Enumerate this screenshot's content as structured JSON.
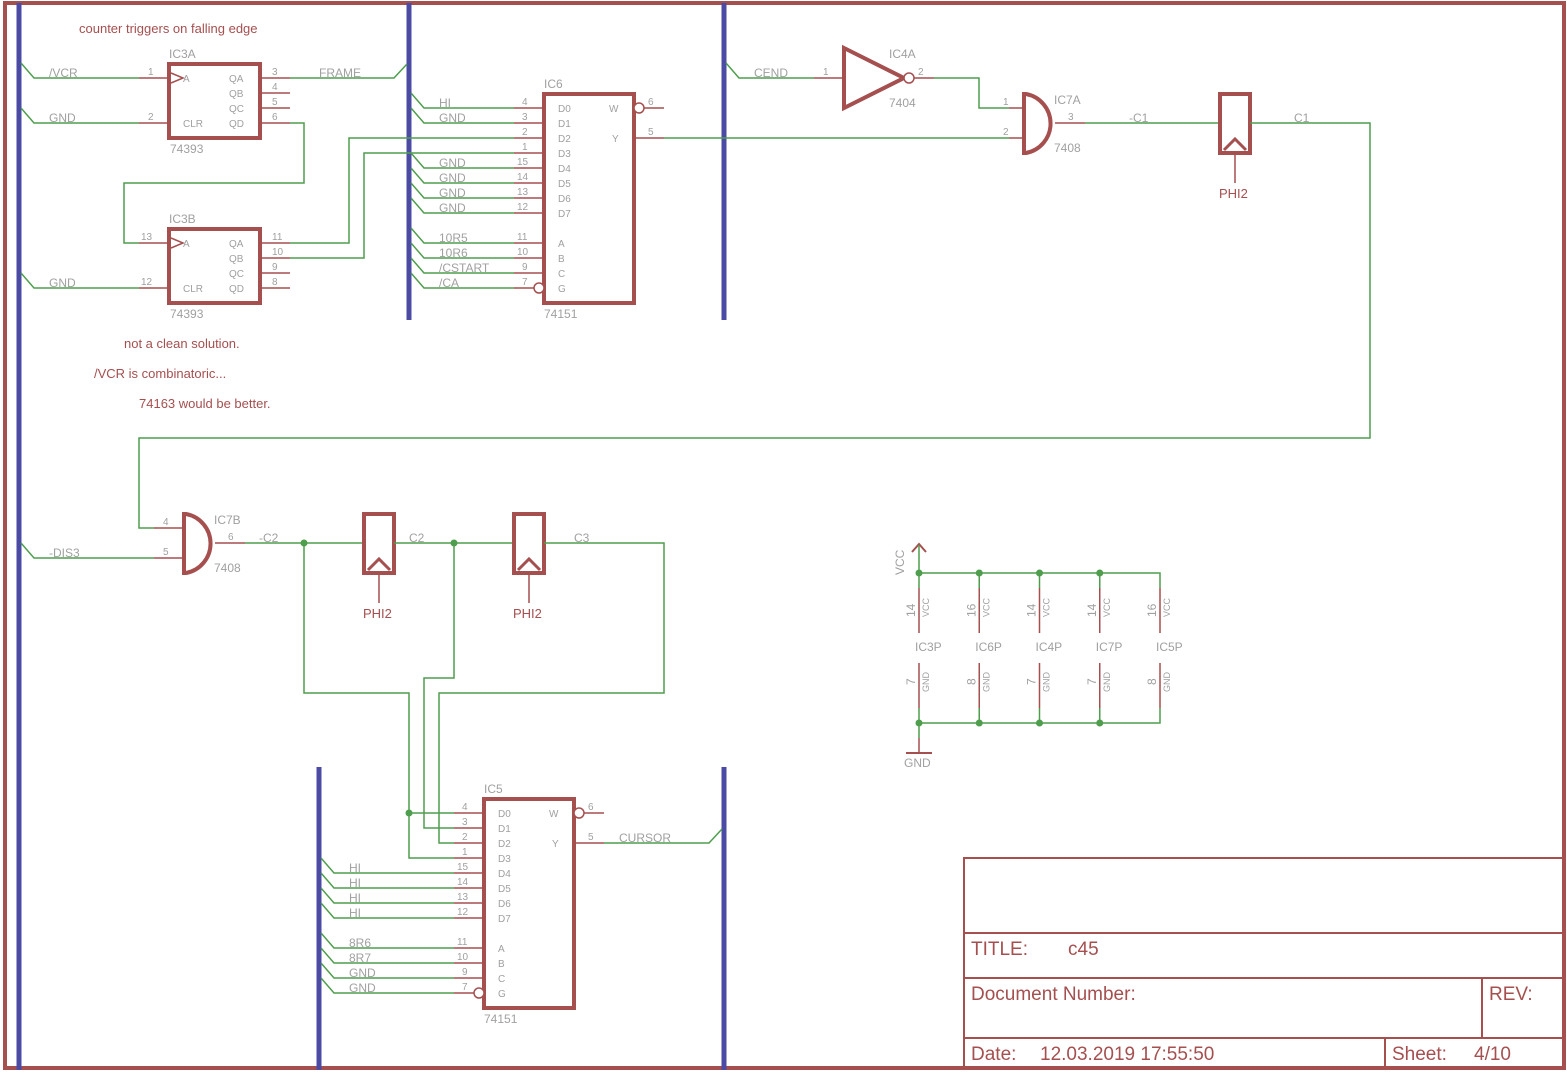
{
  "notes": {
    "n1": "counter triggers on falling edge",
    "n2": "not a clean solution.",
    "n3": "/VCR is combinatoric...",
    "n4": "74163 would be better."
  },
  "ic3a": {
    "name": "IC3A",
    "part": "74393",
    "pins": {
      "a": "A",
      "clr": "CLR",
      "qa": "QA",
      "qb": "QB",
      "qc": "QC",
      "qd": "QD"
    },
    "pin_nums": {
      "a": "1",
      "clr": "2",
      "qa": "3",
      "qb": "4",
      "qc": "5",
      "qd": "6"
    },
    "nets": {
      "a": "/VCR",
      "clr": "GND",
      "qa": "FRAME"
    }
  },
  "ic3b": {
    "name": "IC3B",
    "part": "74393",
    "pins": {
      "a": "A",
      "clr": "CLR",
      "qa": "QA",
      "qb": "QB",
      "qc": "QC",
      "qd": "QD"
    },
    "pin_nums": {
      "a": "13",
      "clr": "12",
      "qa": "11",
      "qb": "10",
      "qc": "9",
      "qd": "8"
    },
    "nets": {
      "clr": "GND"
    }
  },
  "ic6": {
    "name": "IC6",
    "part": "74151",
    "inputs": [
      {
        "pin": "D0",
        "num": "4",
        "net": "HI"
      },
      {
        "pin": "D1",
        "num": "3",
        "net": "GND"
      },
      {
        "pin": "D2",
        "num": "2",
        "net": ""
      },
      {
        "pin": "D3",
        "num": "1",
        "net": ""
      },
      {
        "pin": "D4",
        "num": "15",
        "net": "GND"
      },
      {
        "pin": "D5",
        "num": "14",
        "net": "GND"
      },
      {
        "pin": "D6",
        "num": "13",
        "net": "GND"
      },
      {
        "pin": "D7",
        "num": "12",
        "net": "GND"
      },
      {
        "pin": "A",
        "num": "11",
        "net": "10R5"
      },
      {
        "pin": "B",
        "num": "10",
        "net": "10R6"
      },
      {
        "pin": "C",
        "num": "9",
        "net": "/CSTART"
      },
      {
        "pin": "G",
        "num": "7",
        "net": "/CA"
      }
    ],
    "out_w": {
      "pin": "W",
      "num": "6"
    },
    "out_y": {
      "pin": "Y",
      "num": "5"
    }
  },
  "ic4a": {
    "name": "IC4A",
    "part": "7404",
    "in_num": "1",
    "out_num": "2",
    "in_net": "CEND"
  },
  "ic7a": {
    "name": "IC7A",
    "part": "7408",
    "in1": "1",
    "in2": "2",
    "out": "3",
    "out_net": "-C1"
  },
  "ff1": {
    "clock": "PHI2",
    "out_net": "C1"
  },
  "ic7b": {
    "name": "IC7B",
    "part": "7408",
    "in1": "4",
    "in2": "5",
    "out": "6",
    "in2_net": "-DIS3",
    "out_net": "-C2"
  },
  "ff2": {
    "clock": "PHI2",
    "out_net": "C2"
  },
  "ff3": {
    "clock": "PHI2",
    "out_net": "C3"
  },
  "ic5": {
    "name": "IC5",
    "part": "74151",
    "inputs": [
      {
        "pin": "D0",
        "num": "4",
        "net": ""
      },
      {
        "pin": "D1",
        "num": "3",
        "net": ""
      },
      {
        "pin": "D2",
        "num": "2",
        "net": ""
      },
      {
        "pin": "D3",
        "num": "1",
        "net": ""
      },
      {
        "pin": "D4",
        "num": "15",
        "net": "HI"
      },
      {
        "pin": "D5",
        "num": "14",
        "net": "HI"
      },
      {
        "pin": "D6",
        "num": "13",
        "net": "HI"
      },
      {
        "pin": "D7",
        "num": "12",
        "net": "HI"
      },
      {
        "pin": "A",
        "num": "11",
        "net": "8R6"
      },
      {
        "pin": "B",
        "num": "10",
        "net": "8R7"
      },
      {
        "pin": "C",
        "num": "9",
        "net": "GND"
      },
      {
        "pin": "G",
        "num": "7",
        "net": "GND"
      }
    ],
    "out_w": {
      "pin": "W",
      "num": "6"
    },
    "out_y": {
      "pin": "Y",
      "num": "5"
    },
    "out_net": "CURSOR"
  },
  "power": {
    "vcc": "VCC",
    "gnd": "GND",
    "parts": [
      {
        "name": "IC3P",
        "vcc_pin": "14",
        "gnd_pin": "7"
      },
      {
        "name": "IC6P",
        "vcc_pin": "16",
        "gnd_pin": "8"
      },
      {
        "name": "IC4P",
        "vcc_pin": "14",
        "gnd_pin": "7"
      },
      {
        "name": "IC7P",
        "vcc_pin": "14",
        "gnd_pin": "7"
      },
      {
        "name": "IC5P",
        "vcc_pin": "16",
        "gnd_pin": "8"
      }
    ],
    "vcc_label": "VCC",
    "gnd_label": "GND"
  },
  "titleblock": {
    "title_label": "TITLE:",
    "title": "c45",
    "docnum_label": "Document Number:",
    "rev_label": "REV:",
    "date_label": "Date:",
    "date": "12.03.2019 17:55:50",
    "sheet_label": "Sheet:",
    "sheet": "4/10"
  }
}
